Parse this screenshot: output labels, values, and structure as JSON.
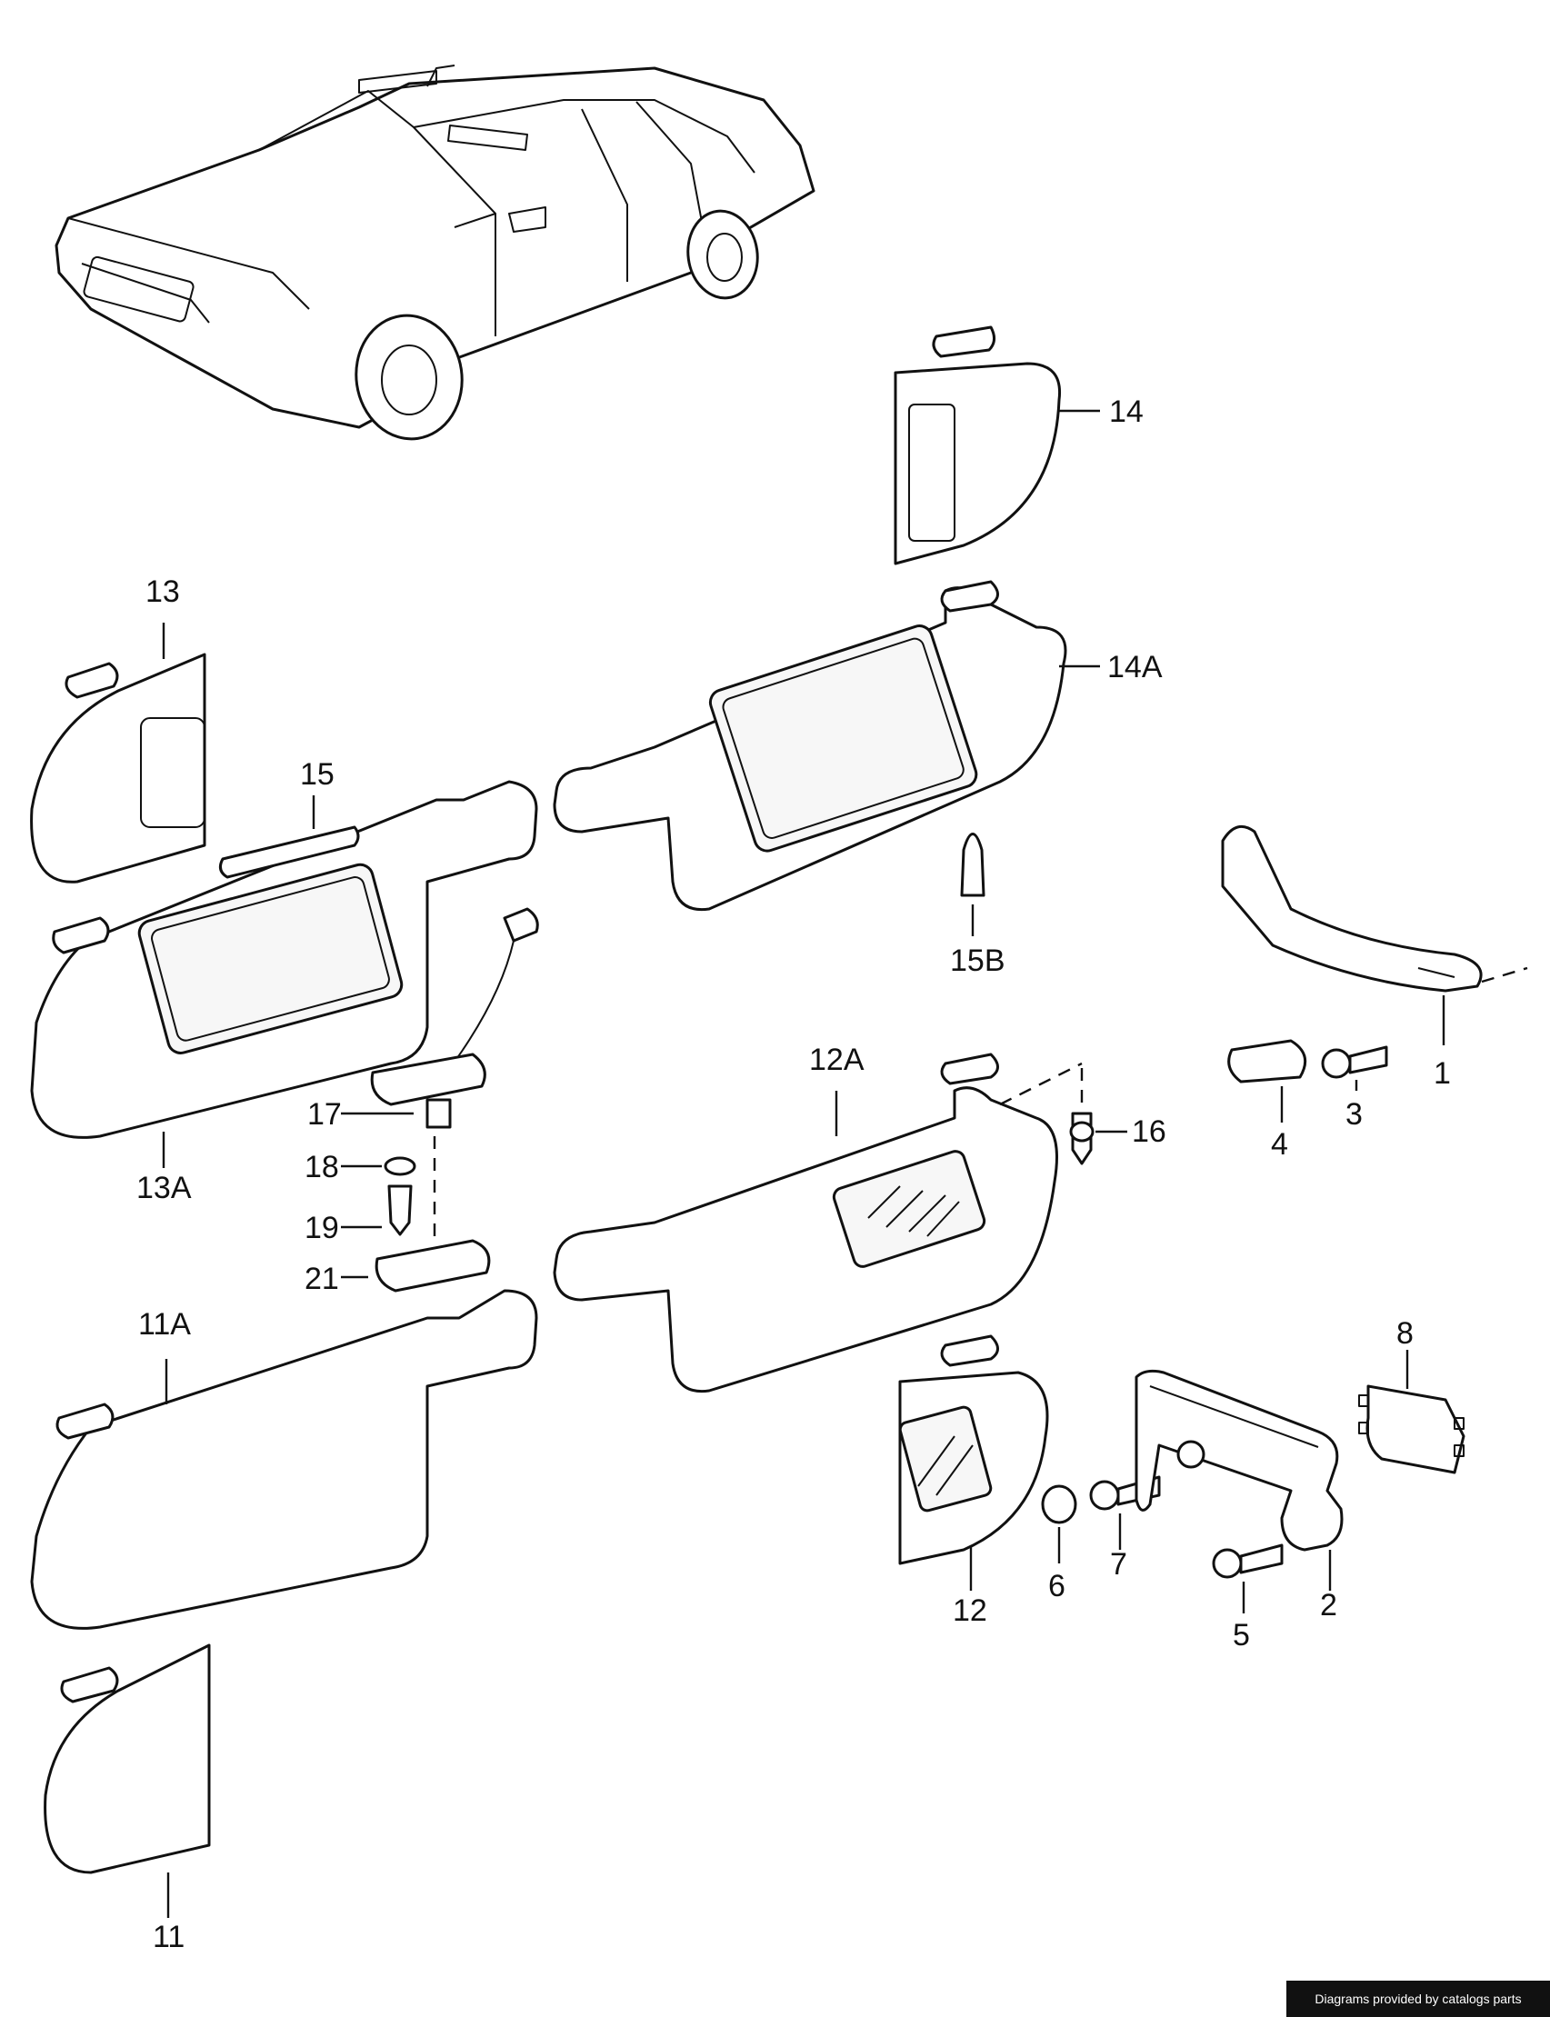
{
  "labels": {
    "l1": "1",
    "l2": "2",
    "l3": "3",
    "l4": "4",
    "l5": "5",
    "l6": "6",
    "l7": "7",
    "l8": "8",
    "l11": "11",
    "l11A": "11A",
    "l12": "12",
    "l12A": "12A",
    "l13": "13",
    "l13A": "13A",
    "l14": "14",
    "l14A": "14A",
    "l15": "15",
    "l15B": "15B",
    "l16": "16",
    "l17": "17",
    "l18": "18",
    "l19": "19",
    "l21": "21"
  },
  "credit": "Diagrams provided by catalogs parts"
}
